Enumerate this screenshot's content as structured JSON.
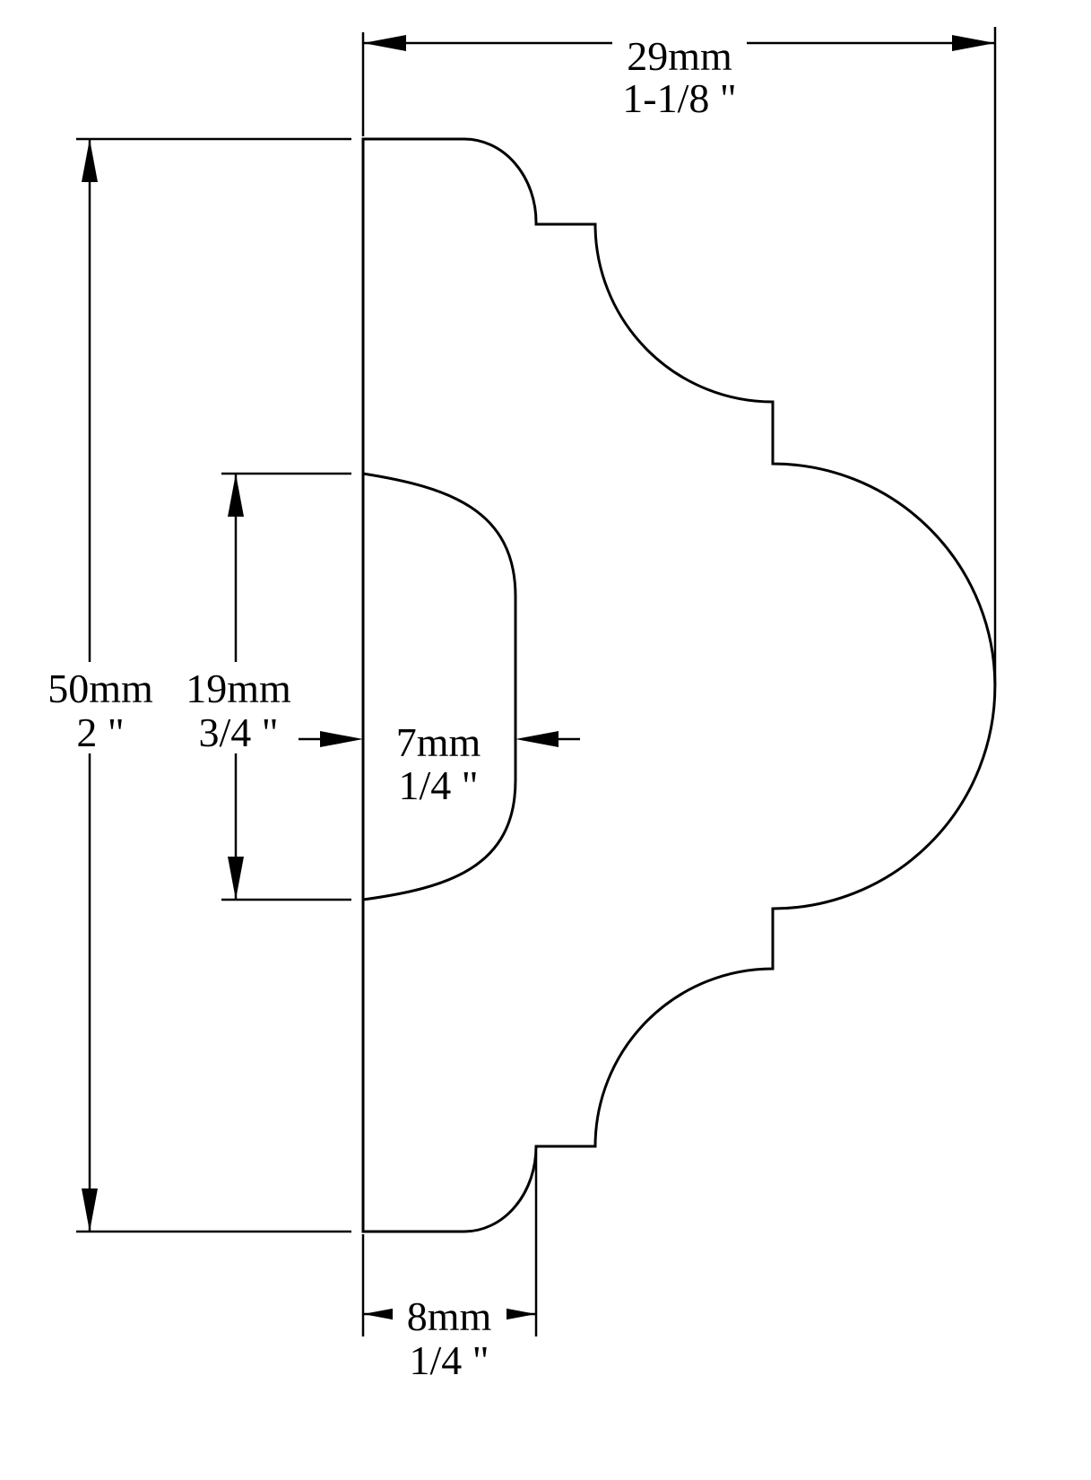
{
  "drawing": {
    "type": "molding-profile-cross-section",
    "background_color": "#ffffff",
    "line_color": "#000000",
    "dimensions": {
      "overall_depth": {
        "metric": "29mm",
        "imperial": "1-1/8 \""
      },
      "overall_height": {
        "metric": "50mm",
        "imperial": "2 \""
      },
      "channel_height": {
        "metric": "19mm",
        "imperial": "3/4 \""
      },
      "channel_depth": {
        "metric": "7mm",
        "imperial": "1/4 \""
      },
      "bottom_flat_depth": {
        "metric": "8mm",
        "imperial": "1/4 \""
      }
    }
  }
}
